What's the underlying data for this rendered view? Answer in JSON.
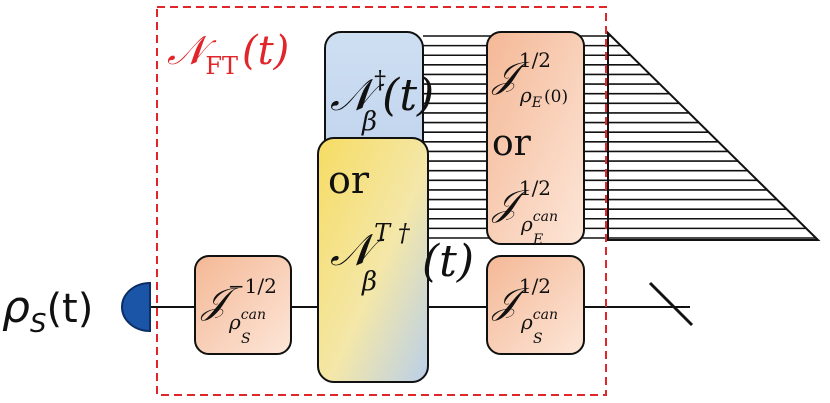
{
  "colors": {
    "red": "#e0262b",
    "blue_top": "#c7d8ef",
    "blue_bottom": "#a9c3e6",
    "yellow": "#f6e27a",
    "salmon": "#f6c3a8",
    "salmon_light": "#fbe0cf",
    "dark_blue": "#1a55a8",
    "ink": "#111111"
  },
  "labels": {
    "nft_main": "𝒩",
    "nft_sub": "FT",
    "nft_arg": "(t)",
    "rho_s": "ρ",
    "rho_s_sub": "S",
    "rho_s_arg": "(t)",
    "n_beta_dagger_main": "𝒩",
    "n_beta_dagger_sup": "†",
    "n_beta_dagger_sub": "β",
    "n_beta_dagger_arg": "(t)",
    "or_left": "or",
    "n_beta_t_main": "𝒩",
    "n_beta_t_sup": "T †",
    "n_beta_t_sub": "β",
    "n_beta_t_arg": "(t)",
    "j_env0_main": "𝒥",
    "j_env0_sup": "1/2",
    "j_env0_sub": "ρ",
    "j_env0_subsub": "E",
    "j_env0_subarg": "(0)",
    "or_right": "or",
    "j_envcan_main": "𝒥",
    "j_envcan_sup": "1/2",
    "j_envcan_sub": "ρ",
    "j_envcan_subsup": "can",
    "j_envcan_subsub": "E",
    "j_sys_inv_main": "𝒥",
    "j_sys_inv_sup": "−1/2",
    "j_sys_inv_sub": "ρ",
    "j_sys_inv_subsup": "can",
    "j_sys_inv_subsub": "S",
    "j_sys_main": "𝒥",
    "j_sys_sup": "1/2",
    "j_sys_sub": "ρ",
    "j_sys_subsup": "can",
    "j_sys_subsub": "S"
  }
}
